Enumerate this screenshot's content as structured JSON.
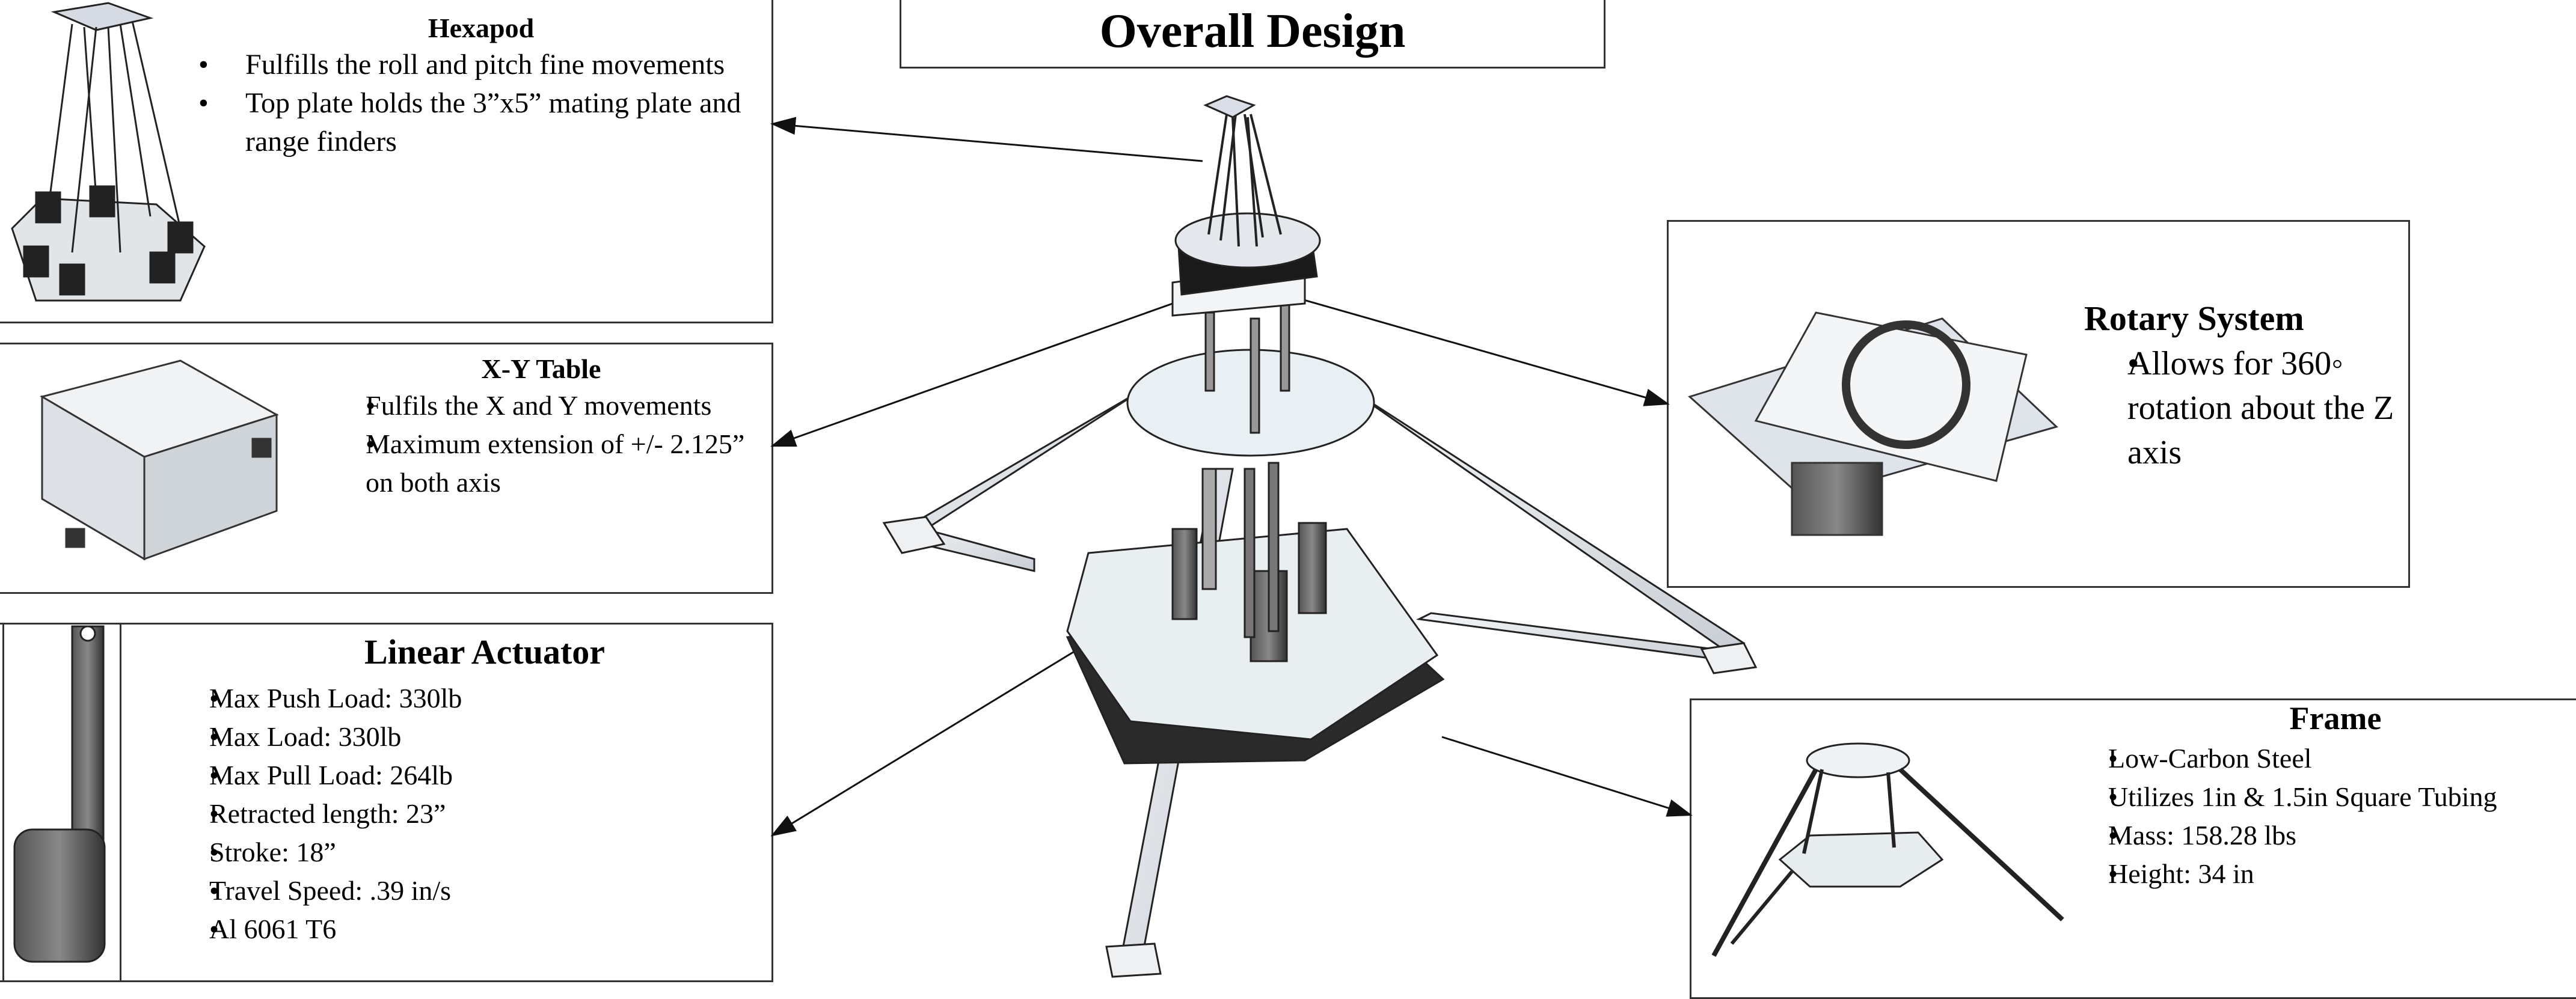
{
  "title": "Overall Design",
  "hexapod": {
    "heading": "Hexapod",
    "bullets": [
      "Fulfills the roll and pitch fine movements",
      "Top plate holds the 3”x5” mating plate and range finders"
    ]
  },
  "xy_table": {
    "heading": "X-Y Table",
    "bullets": [
      "Fulfils the X and Y movements",
      "Maximum extension of  +/- 2.125” on both axis"
    ]
  },
  "linear_actuator": {
    "heading": "Linear Actuator",
    "bullets": [
      "Max Push Load: 330lb",
      "Max Load: 330lb",
      "Max Pull Load: 264lb",
      "Retracted length: 23”",
      "Stroke: 18”",
      "Travel Speed: .39 in/s",
      "Al 6061 T6"
    ]
  },
  "rotary_system": {
    "heading": "Rotary System",
    "bullets": [
      "Allows for 360◦ rotation about the Z axis"
    ]
  },
  "frame": {
    "heading": "Frame",
    "bullets": [
      "Low-Carbon Steel",
      "Utilizes 1in & 1.5in Square Tubing",
      "Mass: 158.28 lbs",
      "Height: 34 in"
    ]
  }
}
